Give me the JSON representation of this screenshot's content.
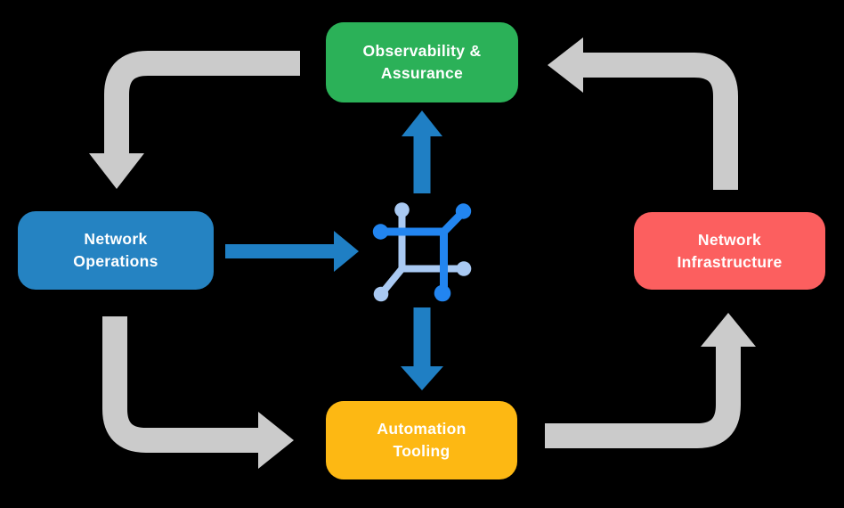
{
  "diagram": {
    "title_hint": "network automation lifecycle diagram",
    "background_color": "#000000",
    "text_color": "#FFFFFF",
    "nodes": [
      {
        "id": "observability-assurance",
        "line1": "Observability &",
        "line2": "Assurance",
        "color": "#2BB158"
      },
      {
        "id": "network-operations",
        "line1": "Network",
        "line2": "Operations",
        "color": "#2583C2"
      },
      {
        "id": "network-infrastructure",
        "line1": "Network",
        "line2": "Infrastructure",
        "color": "#FC5F5F"
      },
      {
        "id": "automation-tooling",
        "line1": "Automation",
        "line2": "Tooling",
        "color": "#FDB813"
      }
    ],
    "colors": {
      "cycle_arrow": "#CBCBCB",
      "flow_arrow": "#1F7FC4",
      "icon_dark_blue": "#2285F0",
      "icon_light_blue": "#A9C9F2"
    },
    "center_icon": "network-nodes-icon",
    "cycle_arrows": [
      "observability-to-network-operations",
      "network-operations-to-automation-tooling",
      "automation-tooling-to-network-infrastructure",
      "network-infrastructure-to-observability"
    ],
    "flow_arrows": [
      "network-operations-to-center",
      "center-to-observability",
      "center-to-automation-tooling"
    ]
  }
}
